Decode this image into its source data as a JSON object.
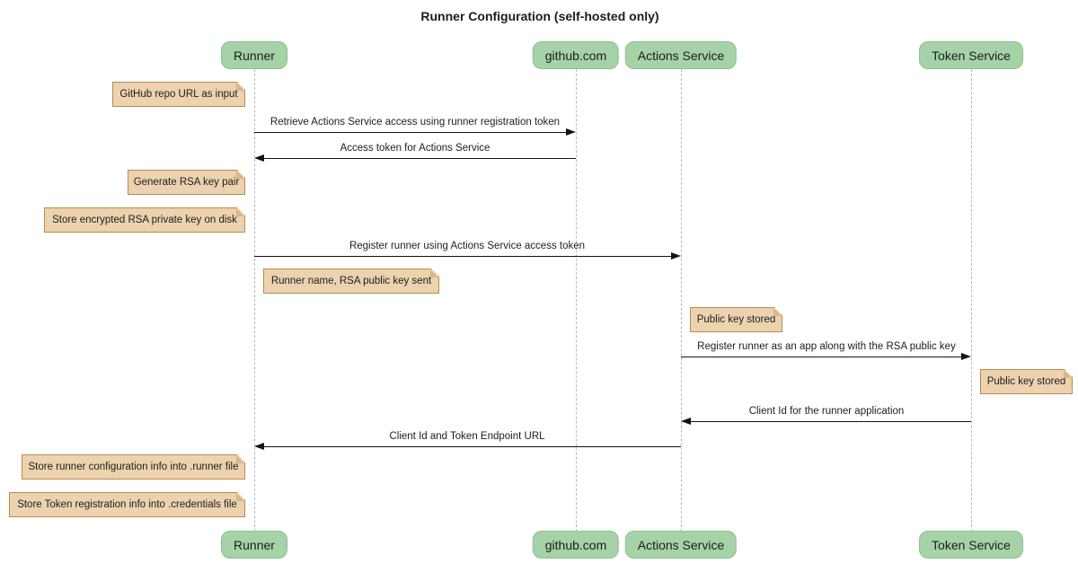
{
  "diagram": {
    "title": "Runner Configuration (self-hosted only)",
    "type": "sequence-diagram"
  },
  "participants": [
    {
      "id": "runner",
      "label": "Runner"
    },
    {
      "id": "github",
      "label": "github.com"
    },
    {
      "id": "actions-service",
      "label": "Actions Service"
    },
    {
      "id": "token-service",
      "label": "Token Service"
    }
  ],
  "messages": [
    {
      "from": "Runner",
      "to": "github.com",
      "label": "Retrieve Actions Service access using runner registration token"
    },
    {
      "from": "github.com",
      "to": "Runner",
      "label": "Access token for Actions Service"
    },
    {
      "from": "Runner",
      "to": "Actions Service",
      "label": "Register runner using Actions Service access token"
    },
    {
      "from": "Actions Service",
      "to": "Token Service",
      "label": "Register runner as an app along with the RSA public key"
    },
    {
      "from": "Token Service",
      "to": "Actions Service",
      "label": "Client Id for the runner application"
    },
    {
      "from": "Actions Service",
      "to": "Runner",
      "label": "Client Id and Token Endpoint URL"
    }
  ],
  "notes": [
    {
      "position": "left of Runner",
      "label": "GitHub repo URL as input"
    },
    {
      "position": "left of Runner",
      "label": "Generate RSA key pair"
    },
    {
      "position": "left of Runner",
      "label": "Store encrypted RSA private key on disk"
    },
    {
      "position": "right of Runner",
      "label": "Runner name, RSA public key sent"
    },
    {
      "position": "right of Actions Service",
      "label": "Public key stored"
    },
    {
      "position": "right of Token Service",
      "label": "Public key stored"
    },
    {
      "position": "left of Runner",
      "label": "Store runner configuration info into .runner file"
    },
    {
      "position": "left of Runner",
      "label": "Store Token registration info into .credentials file"
    }
  ],
  "colors": {
    "actor_fill": "#a5d3a7",
    "actor_border": "#8ebf90",
    "note_fill": "#ecd2ae",
    "note_border": "#ba8b4e",
    "lifeline": "#b9b9b9",
    "arrow": "#141414"
  }
}
